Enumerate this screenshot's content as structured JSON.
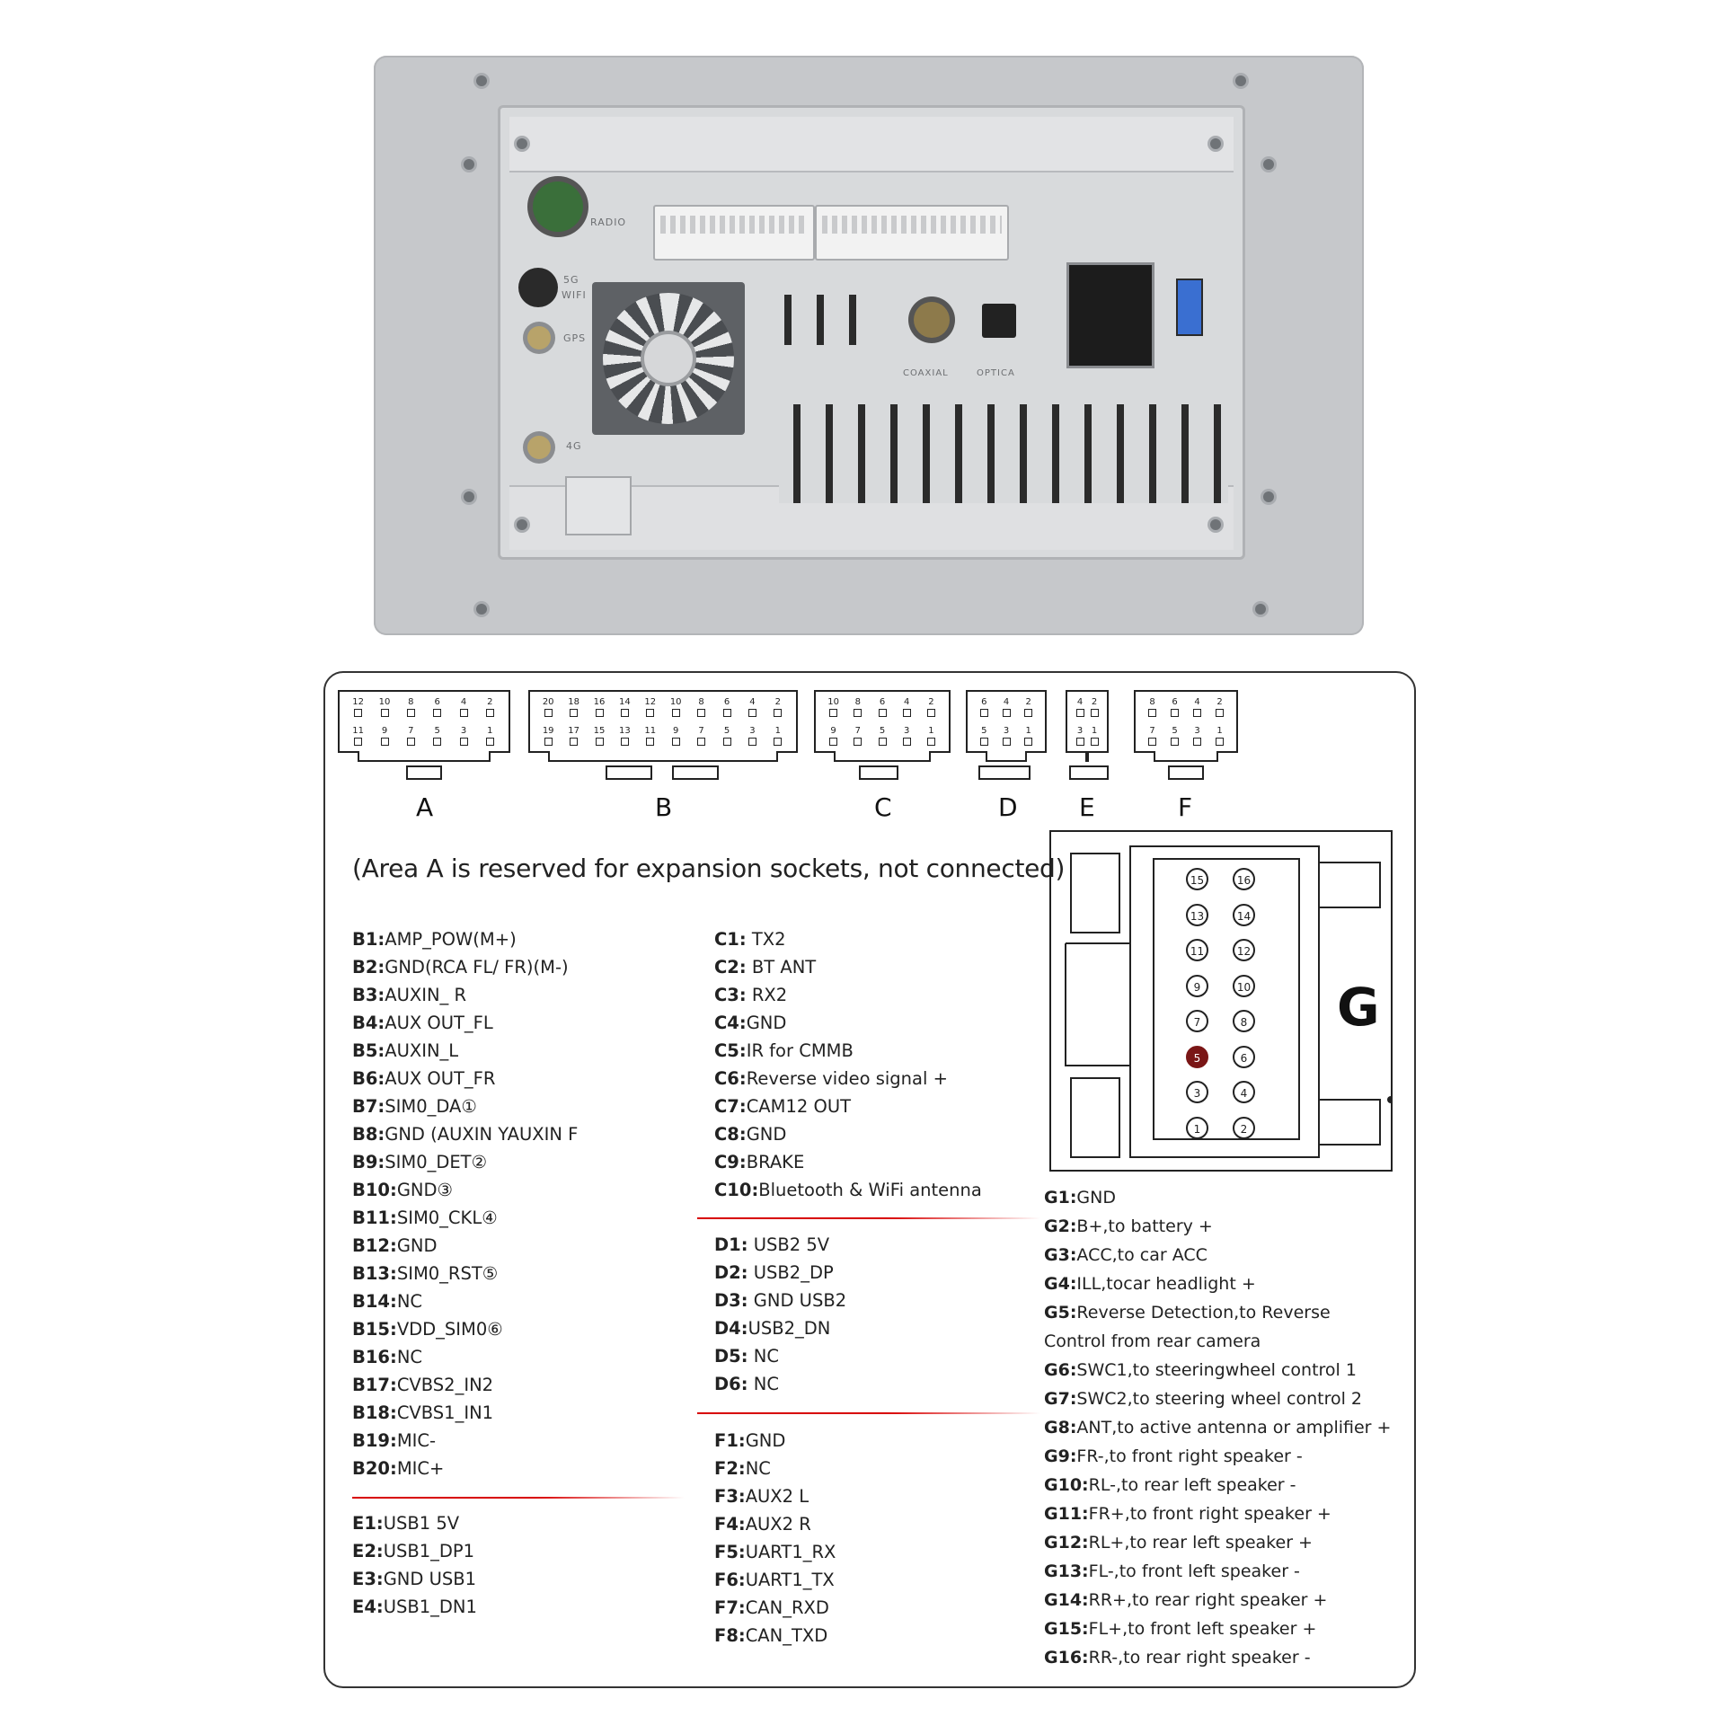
{
  "unit_back": {
    "labels": {
      "radio": "RADIO",
      "wifi_line1": "5G",
      "wifi_line2": "WIFI",
      "gps": "GPS",
      "lte": "4G",
      "coaxial": "COAXIAL",
      "optical": "OPTICA"
    }
  },
  "connectors": [
    {
      "letter": "A",
      "top": [
        "12",
        "10",
        "8",
        "6",
        "4",
        "2"
      ],
      "bottom": [
        "11",
        "9",
        "7",
        "5",
        "3",
        "1"
      ]
    },
    {
      "letter": "B",
      "top": [
        "20",
        "18",
        "16",
        "14",
        "12",
        "10",
        "8",
        "6",
        "4",
        "2"
      ],
      "bottom": [
        "19",
        "17",
        "15",
        "13",
        "11",
        "9",
        "7",
        "5",
        "3",
        "1"
      ]
    },
    {
      "letter": "C",
      "top": [
        "10",
        "8",
        "6",
        "4",
        "2"
      ],
      "bottom": [
        "9",
        "7",
        "5",
        "3",
        "1"
      ]
    },
    {
      "letter": "D",
      "top": [
        "6",
        "4",
        "2"
      ],
      "bottom": [
        "5",
        "3",
        "1"
      ]
    },
    {
      "letter": "E",
      "top": [
        "4",
        "2"
      ],
      "bottom": [
        "3",
        "1"
      ]
    },
    {
      "letter": "F",
      "top": [
        "8",
        "6",
        "4",
        "2"
      ],
      "bottom": [
        "7",
        "5",
        "3",
        "1"
      ]
    }
  ],
  "note": "(Area A is reserved for expansion sockets, not connected)",
  "pinouts": {
    "B": [
      [
        "B1:",
        "AMP_POW(M+)"
      ],
      [
        "B2:",
        "GND(RCA FL/ FR)(M-)"
      ],
      [
        "B3:",
        "AUXIN_ R"
      ],
      [
        "B4:",
        "AUX OUT_FL"
      ],
      [
        "B5:",
        "AUXIN_L"
      ],
      [
        "B6:",
        "AUX OUT_FR"
      ],
      [
        "B7:",
        "SIM0_DA①"
      ],
      [
        "B8:",
        "GND (AUXIN YAUXIN F"
      ],
      [
        "B9:",
        "SIM0_DET②"
      ],
      [
        "B10:",
        "GND③"
      ],
      [
        "B11:",
        "SIM0_CKL④"
      ],
      [
        "B12:",
        "GND"
      ],
      [
        "B13:",
        "SIM0_RST⑤"
      ],
      [
        "B14:",
        "NC"
      ],
      [
        "B15:",
        "VDD_SIM0⑥"
      ],
      [
        "B16:",
        "NC"
      ],
      [
        "B17:",
        "CVBS2_IN2"
      ],
      [
        "B18:",
        "CVBS1_IN1"
      ],
      [
        "B19:",
        "MIC-"
      ],
      [
        "B20:",
        "MIC+"
      ]
    ],
    "E": [
      [
        "E1:",
        "USB1 5V"
      ],
      [
        "E2:",
        "USB1_DP1"
      ],
      [
        "E3:",
        "GND USB1"
      ],
      [
        "E4:",
        "USB1_DN1"
      ]
    ],
    "C": [
      [
        "C1:",
        " TX2"
      ],
      [
        "C2:",
        " BT ANT"
      ],
      [
        "C3:",
        " RX2"
      ],
      [
        "C4:",
        "GND"
      ],
      [
        "C5:",
        "IR for CMMB"
      ],
      [
        "C6:",
        "Reverse video signal +"
      ],
      [
        "C7:",
        "CAM12 OUT"
      ],
      [
        "C8:",
        "GND"
      ],
      [
        "C9:",
        "BRAKE"
      ],
      [
        "C10:",
        "Bluetooth & WiFi antenna"
      ]
    ],
    "D": [
      [
        "D1:",
        " USB2 5V"
      ],
      [
        "D2:",
        " USB2_DP"
      ],
      [
        "D3:",
        " GND USB2"
      ],
      [
        "D4:",
        "USB2_DN"
      ],
      [
        "D5:",
        " NC"
      ],
      [
        "D6:",
        " NC"
      ]
    ],
    "F": [
      [
        "F1:",
        "GND"
      ],
      [
        "F2:",
        "NC"
      ],
      [
        "F3:",
        "AUX2 L"
      ],
      [
        "F4:",
        "AUX2 R"
      ],
      [
        "F5:",
        "UART1_RX"
      ],
      [
        "F6:",
        "UART1_TX"
      ],
      [
        "F7:",
        "CAN_RXD"
      ],
      [
        "F8:",
        "CAN_TXD"
      ]
    ],
    "G": [
      [
        "G1:",
        "GND"
      ],
      [
        "G2:",
        "B+,to battery +"
      ],
      [
        "G3:",
        "ACC,to car ACC"
      ],
      [
        "G4:",
        "ILL,tocar headlight +"
      ],
      [
        "G5:",
        "Reverse Detection,to Reverse"
      ],
      [
        "",
        "Control from rear camera"
      ],
      [
        "G6:",
        "SWC1,to steeringwheel control 1"
      ],
      [
        "G7:",
        "SWC2,to steering wheel control 2"
      ],
      [
        "G8:",
        "ANT,to active antenna or amplifier +"
      ],
      [
        "G9:",
        "FR-,to front right speaker -"
      ],
      [
        "G10:",
        "RL-,to rear left speaker -"
      ],
      [
        "G11:",
        "FR+,to front right speaker +"
      ],
      [
        "G12:",
        "RL+,to rear left speaker +"
      ],
      [
        "G13:",
        "FL-,to front left speaker -"
      ],
      [
        "G14:",
        "RR+,to rear right speaker +"
      ],
      [
        "G15:",
        "FL+,to front left speaker +"
      ],
      [
        "G16:",
        "RR-,to rear right speaker -"
      ]
    ]
  },
  "g_connector": {
    "letter": "G",
    "pins_left": [
      "15",
      "13",
      "11",
      "9",
      "7",
      "5",
      "3",
      "1"
    ],
    "pins_right": [
      "16",
      "14",
      "12",
      "10",
      "8",
      "6",
      "4",
      "2"
    ],
    "highlight_pin": "5",
    "highlight_color": "#7a1616"
  },
  "colors": {
    "separator": "#d80000"
  }
}
